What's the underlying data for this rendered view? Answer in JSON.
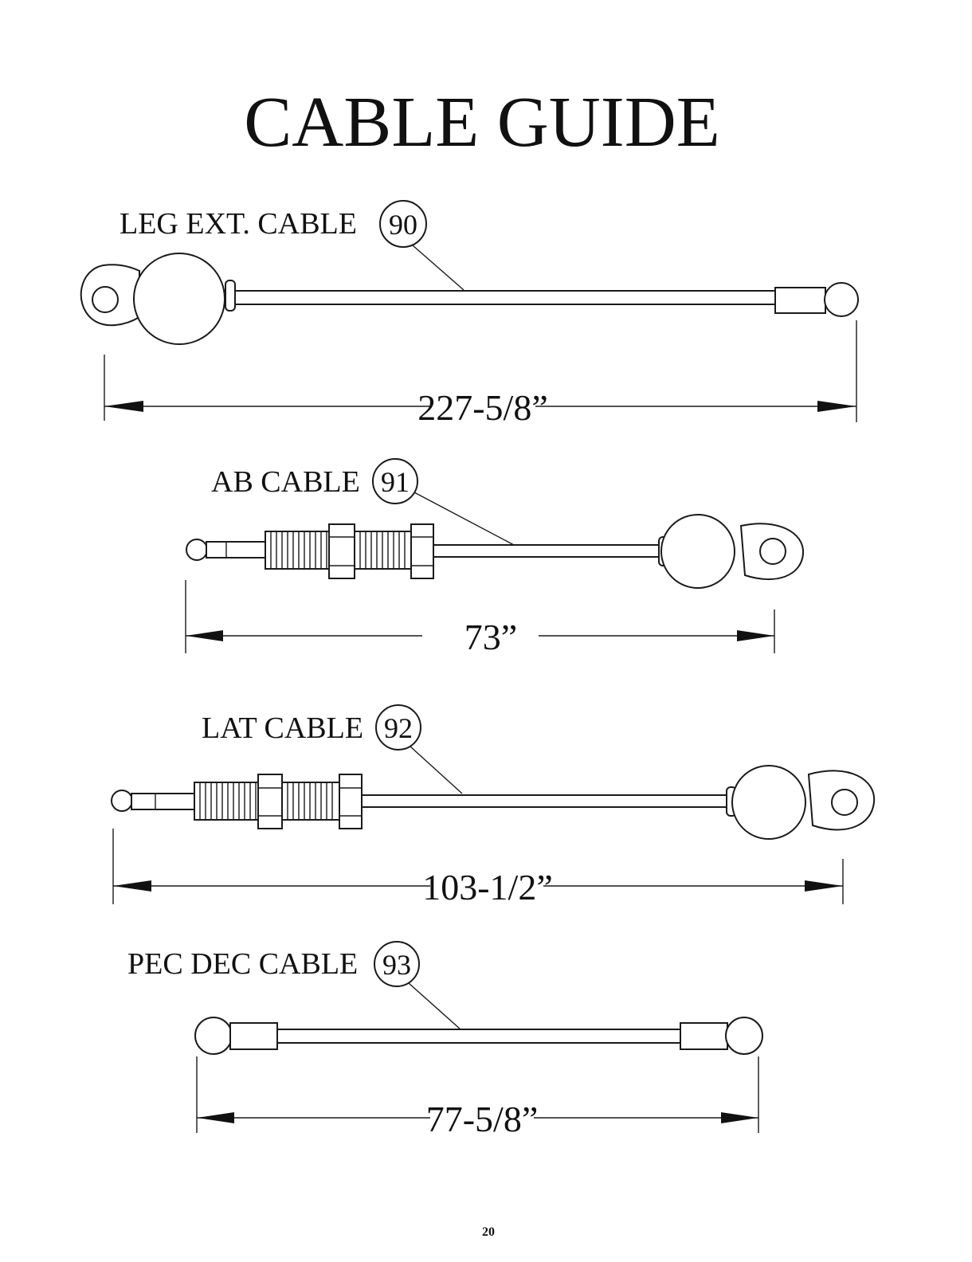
{
  "page": {
    "title": "CABLE GUIDE",
    "page_number": "20"
  },
  "cables": [
    {
      "name": "LEG EXT. CABLE",
      "callout": "90",
      "length": "227-5/8”"
    },
    {
      "name": "AB CABLE",
      "callout": "91",
      "length": "73”"
    },
    {
      "name": "LAT CABLE",
      "callout": "92",
      "length": "103-1/2”"
    },
    {
      "name": "PEC DEC CABLE",
      "callout": "93",
      "length": "77-5/8”"
    }
  ]
}
